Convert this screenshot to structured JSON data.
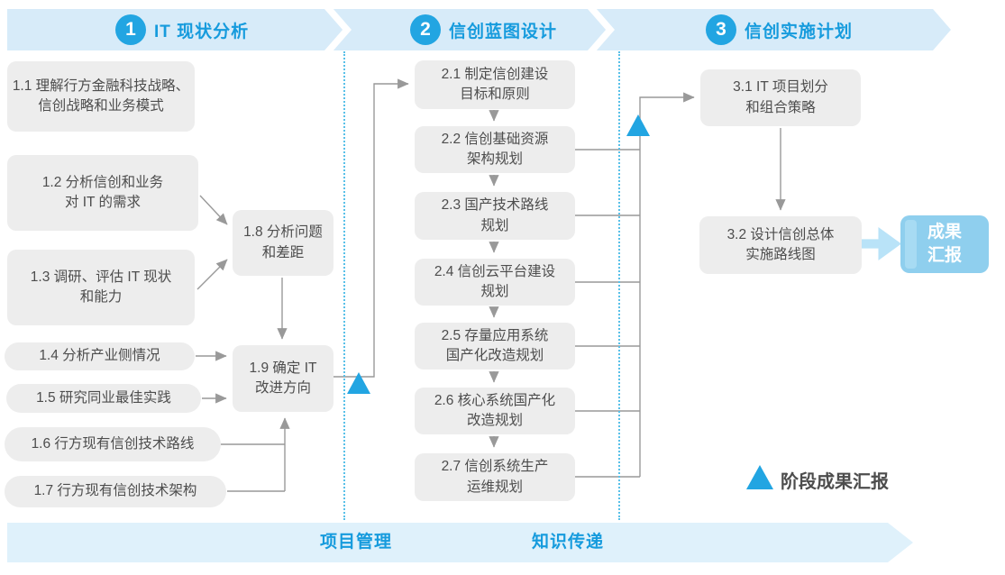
{
  "colors": {
    "accent_blue": "#22A5E2",
    "title_blue": "#169BDD",
    "header_band": "#D7EBF9",
    "footer_band": "#DFF1FB",
    "task_box_gray": "#EDEDED",
    "connector_gray": "#999999",
    "divider_dotted_blue": "#58C0E8",
    "result_box_blue": "#8FCFEE",
    "result_arrow_blue": "#B9E3F8"
  },
  "phases": [
    {
      "number": "1",
      "title": "IT 现状分析"
    },
    {
      "number": "2",
      "title": "信创蓝图设计"
    },
    {
      "number": "3",
      "title": "信创实施计划"
    }
  ],
  "p1": [
    {
      "label": "1.1 理解行方金融科技战略、\n信创战略和业务模式"
    },
    {
      "label": "1.2 分析信创和业务\n对 IT 的需求"
    },
    {
      "label": "1.3 调研、评估 IT 现状\n和能力"
    },
    {
      "label": "1.4 分析产业侧情况"
    },
    {
      "label": "1.5 研究同业最佳实践"
    },
    {
      "label": "1.6 行方现有信创技术路线"
    },
    {
      "label": "1.7 行方现有信创技术架构"
    },
    {
      "label": "1.8 分析问题\n和差距"
    },
    {
      "label": "1.9 确定 IT\n改进方向"
    }
  ],
  "p2": [
    {
      "label": "2.1 制定信创建设\n目标和原则"
    },
    {
      "label": "2.2 信创基础资源\n架构规划"
    },
    {
      "label": "2.3 国产技术路线\n规划"
    },
    {
      "label": "2.4 信创云平台建设\n规划"
    },
    {
      "label": "2.5 存量应用系统\n国产化改造规划"
    },
    {
      "label": "2.6 核心系统国产化\n改造规划"
    },
    {
      "label": "2.7 信创系统生产\n运维规划"
    }
  ],
  "p3": [
    {
      "label": "3.1 IT 项目划分\n和组合策略"
    },
    {
      "label": "3.2 设计信创总体\n实施路线图"
    }
  ],
  "result": {
    "label": "成果\n汇报"
  },
  "legend": {
    "label": "阶段成果汇报"
  },
  "footer": [
    {
      "label": "项目管理"
    },
    {
      "label": "知识传递"
    }
  ]
}
